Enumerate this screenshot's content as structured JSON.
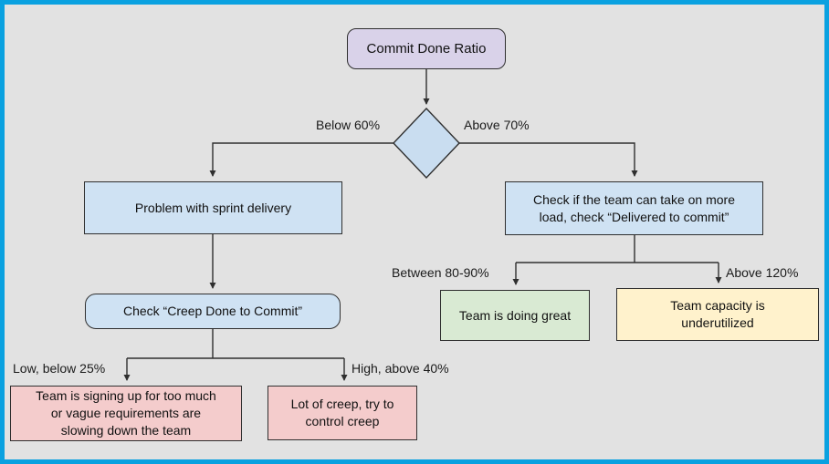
{
  "diagram": {
    "title": "Commit Done Ratio decision flowchart"
  },
  "colors": {
    "frame_blue": "#0aa1e0",
    "background_gray": "#e2e2e2",
    "node_purple": "#d9d2e9",
    "node_blue": "#cfe2f3",
    "diamond_blue": "#c9ddf0",
    "node_green": "#d9ead3",
    "node_yellow": "#fff2cc",
    "node_pink": "#f4cccc",
    "line_dark": "#2f2f2f"
  },
  "nodes": {
    "commit_done_ratio": {
      "label": "Commit Done Ratio"
    },
    "problem_sprint_delivery": {
      "label": "Problem with sprint delivery"
    },
    "check_team_load": {
      "label": [
        "Check if the team can take on more",
        "load, check “Delivered to commit”"
      ]
    },
    "check_creep_done_to_commit": {
      "label": "Check “Creep Done to Commit”"
    },
    "team_doing_great": {
      "label": "Team is doing great"
    },
    "team_capacity_underutilized": {
      "label": [
        "Team capacity is",
        "underutilized"
      ]
    },
    "signing_up_too_much": {
      "label": [
        "Team is signing up for too much",
        "or vague requirements are",
        "slowing down the team"
      ]
    },
    "lot_of_creep": {
      "label": [
        "Lot of creep, try to",
        "control creep"
      ]
    }
  },
  "edge_labels": {
    "below_60": "Below 60%",
    "above_70": "Above 70%",
    "low_below_25": "Low, below 25%",
    "high_above_40": "High, above 40%",
    "between_80_90": "Between 80-90%",
    "above_120": "Above 120%"
  }
}
